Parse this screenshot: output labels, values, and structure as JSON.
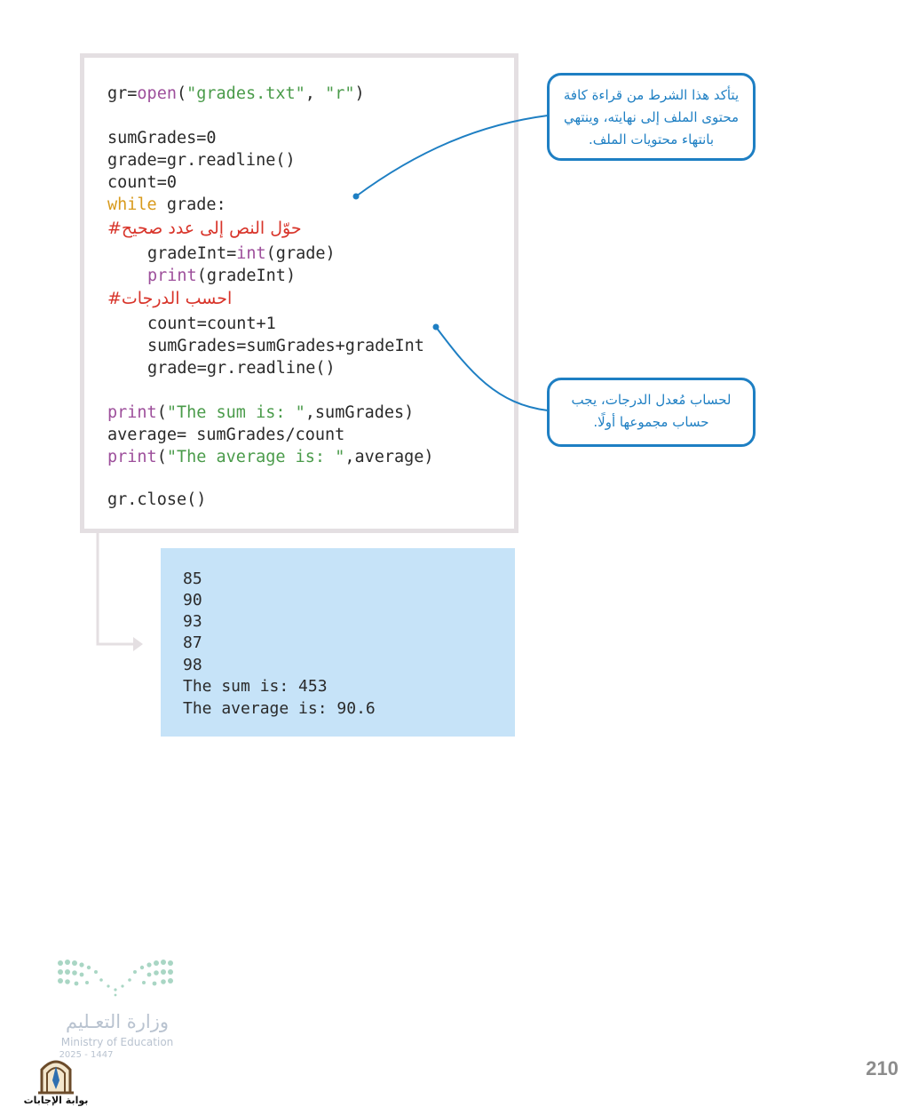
{
  "code": {
    "l1": {
      "a": "gr=",
      "b": "open",
      "c": "(",
      "d": "\"grades.txt\"",
      "e": ", ",
      "f": "\"r\"",
      "g": ")"
    },
    "l2": "sumGrades=0",
    "l3": "grade=gr.readline()",
    "l4": "count=0",
    "l5": {
      "kw": "while",
      "rest": " grade:"
    },
    "comment1": "#حوّل النص إلى عدد صحيح",
    "l6": {
      "a": "gradeInt=",
      "b": "int",
      "c": "(grade)"
    },
    "l7": {
      "a": "print",
      "b": "(gradeInt)"
    },
    "comment2": "#احسب الدرجات",
    "l8": "count=count+1",
    "l9": "sumGrades=sumGrades+gradeInt",
    "l10": "grade=gr.readline()",
    "l11": {
      "a": "print",
      "b": "(",
      "c": "\"The sum is: \"",
      "d": ",sumGrades)"
    },
    "l12": "average= sumGrades/count",
    "l13": {
      "a": "print",
      "b": "(",
      "c": "\"The average is: \"",
      "d": ",average)"
    },
    "l14": "gr.close()"
  },
  "output": [
    "85",
    "90",
    "93",
    "87",
    "98",
    "The sum is: 453",
    "The average is: 90.6"
  ],
  "callouts": {
    "top": [
      "يتأكد هذا الشرط من قراءة كافة",
      "محتوى الملف إلى نهايته، وينتهي",
      "بانتهاء محتويات الملف."
    ],
    "bottom": [
      "لحساب مُعدل الدرجات، يجب",
      "حساب مجموعها أولًا."
    ]
  },
  "logo": {
    "arabic": "وزارة التعـليم",
    "english": "Ministry of Education",
    "year": "2025 - 1447"
  },
  "badge_label": "بوابة الإجابات",
  "page_number": "210",
  "colors": {
    "function": "#9d4f9b",
    "string": "#4a9b4a",
    "keyword": "#d89a1c",
    "comment": "#d8342a",
    "callout": "#1e7fc3",
    "output_bg": "#c6e3f8"
  }
}
